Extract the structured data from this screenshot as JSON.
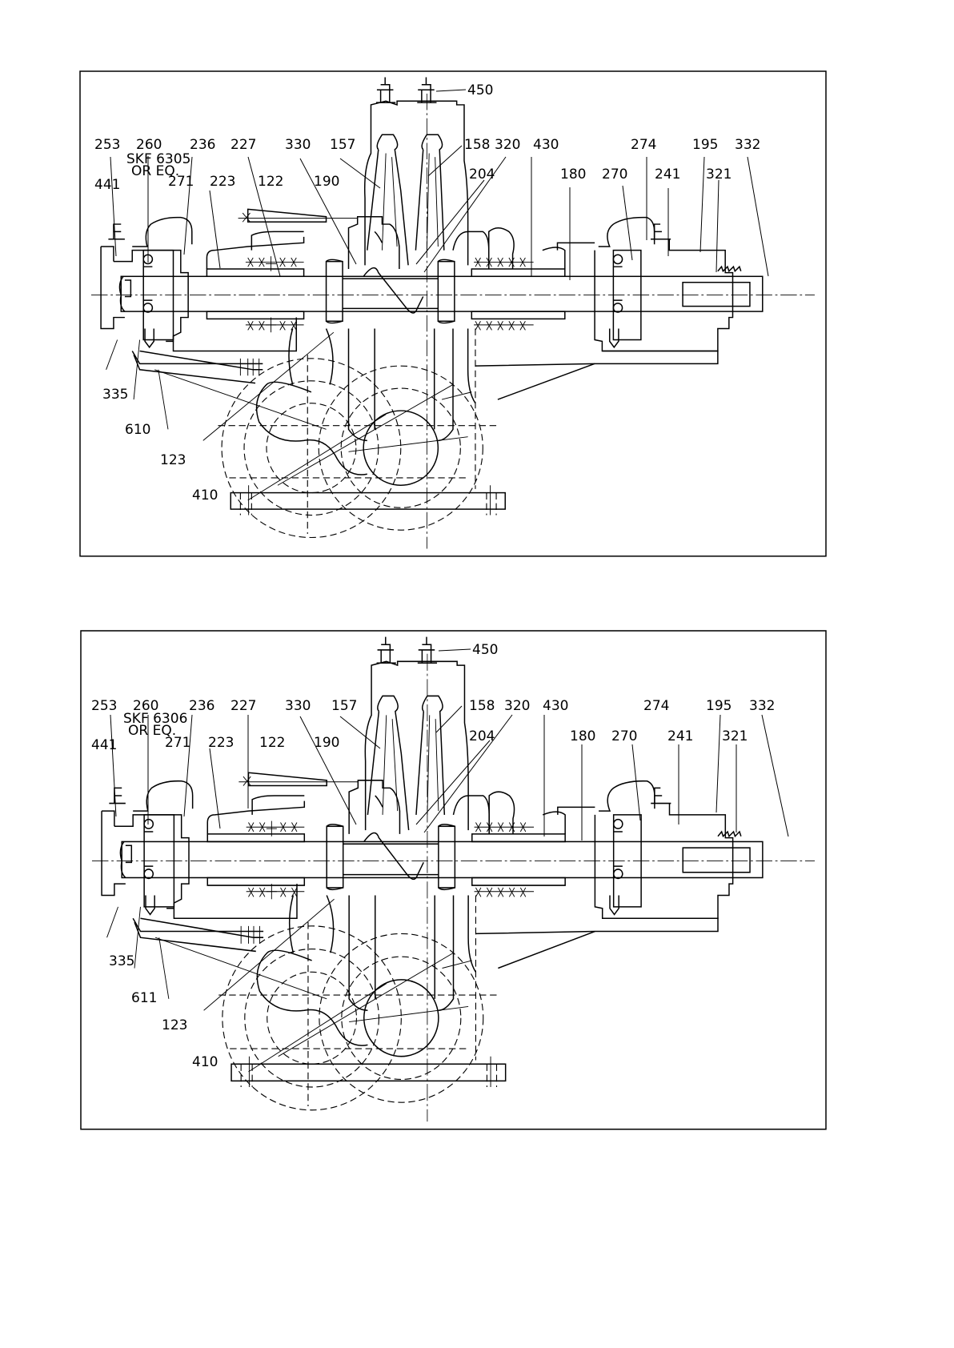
{
  "drawings": [
    {
      "id": "top",
      "callouts": {
        "c253": "253",
        "c260": "260",
        "c236": "236",
        "c227": "227",
        "c330": "330",
        "c157": "157",
        "c158": "158",
        "c320": "320",
        "c430": "430",
        "c274": "274",
        "c195": "195",
        "c332": "332",
        "c441": "441",
        "c271": "271",
        "c223": "223",
        "c122": "122",
        "c190": "190",
        "c204": "204",
        "c180": "180",
        "c270": "270",
        "c241": "241",
        "c321": "321",
        "c450": "450",
        "c335": "335",
        "c610": "610",
        "c123": "123",
        "c410": "410"
      },
      "bearing_note": [
        "SKF 6305",
        "OR EQ."
      ]
    },
    {
      "id": "bottom",
      "callouts": {
        "c253": "253",
        "c260": "260",
        "c236": "236",
        "c227": "227",
        "c330": "330",
        "c157": "157",
        "c158": "158",
        "c320": "320",
        "c430": "430",
        "c274": "274",
        "c195": "195",
        "c332": "332",
        "c441": "441",
        "c271": "271",
        "c223": "223",
        "c122": "122",
        "c190": "190",
        "c204": "204",
        "c180": "180",
        "c270": "270",
        "c241": "241",
        "c321": "321",
        "c450": "450",
        "c335": "335",
        "c611": "611",
        "c123": "123",
        "c410": "410"
      },
      "bearing_note": [
        "SKF 6306",
        "OR EQ."
      ]
    }
  ]
}
